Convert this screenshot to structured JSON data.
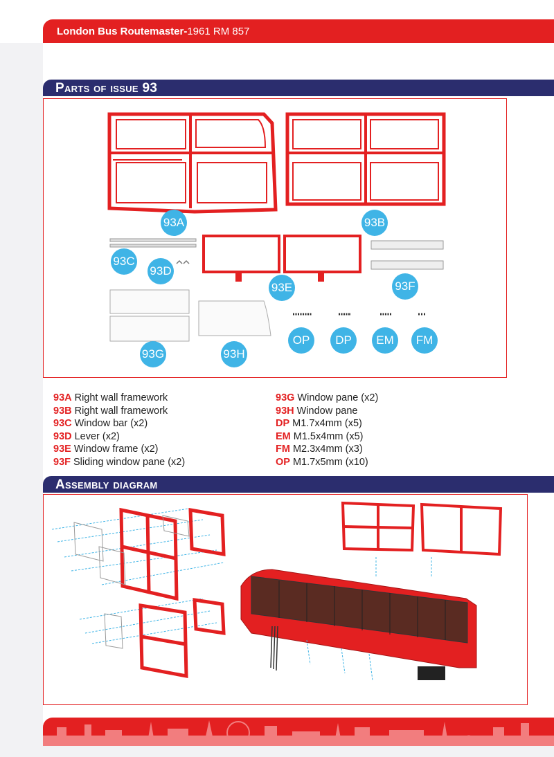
{
  "header": {
    "title_bold": "London Bus Routemaster-",
    "title_rest": "1961 RM 857"
  },
  "sections": {
    "parts_title": "Parts of issue 93",
    "assembly_title": "Assembly diagram"
  },
  "bubbles": {
    "a": "93A",
    "b": "93B",
    "c": "93C",
    "d": "93D",
    "e": "93E",
    "f": "93F",
    "g": "93G",
    "h": "93H",
    "op": "OP",
    "dp": "DP",
    "em": "EM",
    "fm": "FM"
  },
  "parts_left": [
    {
      "code": "93A",
      "desc": "Right wall framework"
    },
    {
      "code": "93B",
      "desc": "Right wall framework"
    },
    {
      "code": "93C",
      "desc": "Window bar (x2)"
    },
    {
      "code": "93D",
      "desc": "Lever (x2)"
    },
    {
      "code": "93E",
      "desc": "Window frame (x2)"
    },
    {
      "code": "93F",
      "desc": "Sliding window pane (x2)"
    }
  ],
  "parts_right": [
    {
      "code": "93G",
      "desc": "Window pane (x2)"
    },
    {
      "code": "93H",
      "desc": "Window pane"
    },
    {
      "code": "DP",
      "desc": "M1.7x4mm (x5)"
    },
    {
      "code": "EM",
      "desc": "M1.5x4mm (x5)"
    },
    {
      "code": "FM",
      "desc": "M2.3x4mm (x3)"
    },
    {
      "code": "OP",
      "desc": "M1.7x5mm (x10)"
    }
  ],
  "icons": {
    "part_color": "#e32021",
    "bubble_color": "#3fb4e6",
    "section_color": "#2b2d6e"
  }
}
